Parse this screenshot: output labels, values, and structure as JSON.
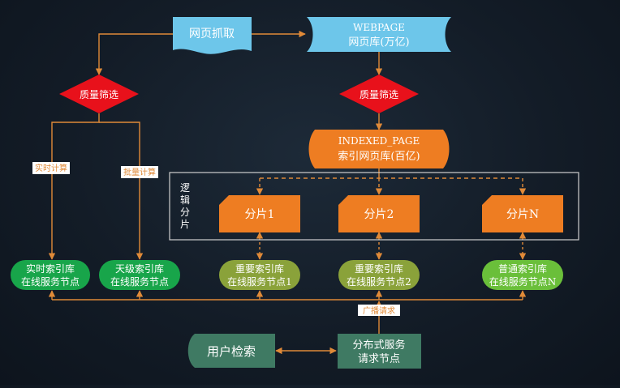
{
  "colors": {
    "orange": "#ee7d22",
    "red": "#e8111b",
    "cyan": "#6dc6ea",
    "green": "#18a54a",
    "olive": "#8aa23a",
    "lime": "#6abf3a",
    "teal": "#3f7a63",
    "line": "#e08a38",
    "frame": "#cfcfcf"
  },
  "nodes": {
    "crawl": "网页抓取",
    "webpage_title": "WEBPAGE",
    "webpage_sub": "网页库(万亿)",
    "filter_left": "质量筛选",
    "filter_right": "质量筛选",
    "indexed_title": "INDEXED_PAGE",
    "indexed_sub": "索引网页库(百亿)",
    "logic_label": [
      "逻",
      "辑",
      "分",
      "片"
    ],
    "shard1": "分片1",
    "shard2": "分片2",
    "shardN": "分片N",
    "realtime": [
      "实时索引库",
      "在线服务节点"
    ],
    "tianji": [
      "天级索引库",
      "在线服务节点"
    ],
    "important1": [
      "重要索引库",
      "在线服务节点1"
    ],
    "important2": [
      "重要索引库",
      "在线服务节点2"
    ],
    "normal": [
      "普通索引库",
      "在线服务节点N"
    ],
    "user_search": "用户检索",
    "dist_service": [
      "分布式服务",
      "请求节点"
    ]
  },
  "labels": {
    "realtime_calc": "实时计算",
    "batch_calc": "批量计算",
    "broadcast": "广播请求"
  }
}
